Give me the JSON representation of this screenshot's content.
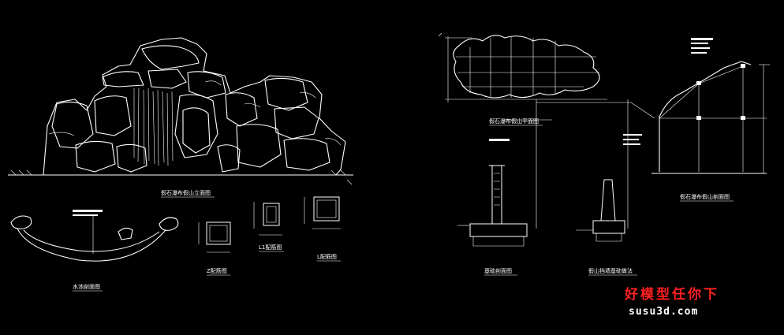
{
  "drawing": {
    "labels": {
      "elevation": "假石瀑布假山立面图",
      "plan": "假石瀑布假山平面图",
      "section": "假石瀑布假山剖面图",
      "pool_section": "水池剖面图",
      "beam_z": "Z配筋图",
      "beam_l1": "L1配筋图",
      "beam_l": "L配筋图",
      "foundation": "基础剖面图",
      "retaining": "假山挡墙基础做法"
    }
  },
  "watermark": {
    "title": "好模型任你下",
    "site": "susu3d.com"
  },
  "colors": {
    "background": "#000000",
    "lines": "#ffffff",
    "accent": "#ff2020"
  }
}
